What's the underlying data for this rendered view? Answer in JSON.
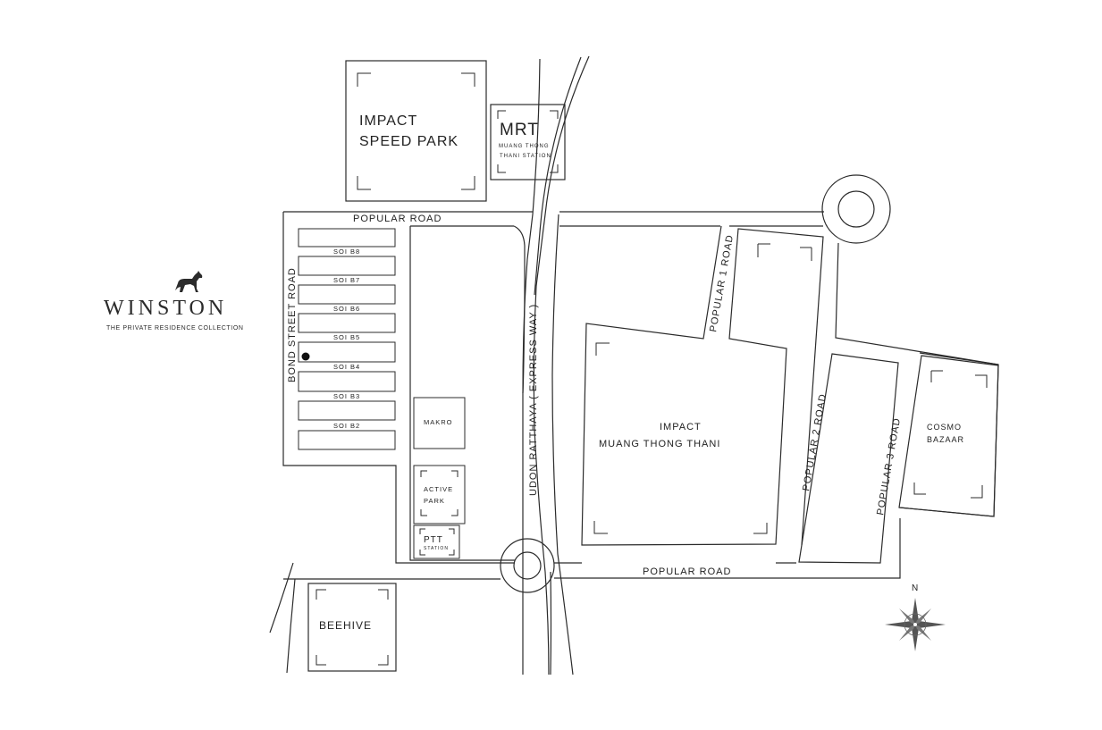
{
  "brand": {
    "name": "WINSTON",
    "tagline": "THE PRIVATE RESIDENCE COLLECTION",
    "logo_icon": "horse-icon"
  },
  "roads": {
    "popular_road_north": "POPULAR  ROAD",
    "popular_road_south": "POPULAR  ROAD",
    "bond_street_road": "BOND STREET ROAD",
    "udon_ratthaya": "UDON RATTHAYA ( EXPRESS WAY )",
    "popular_1_road": "POPULAR 1 ROAD",
    "popular_2_road": "POPULAR 2 ROAD",
    "popular_3_road": "POPULAR 3 ROAD"
  },
  "sois": [
    "SOI B8",
    "SOI B7",
    "SOI B6",
    "SOI B5",
    "SOI B4",
    "SOI B3",
    "SOI B2"
  ],
  "landmarks": {
    "impact_speed_park": [
      "IMPACT",
      "SPEED PARK"
    ],
    "mrt_title": "MRT",
    "mrt_sub": [
      "MUANG THONG",
      "THANI STATION"
    ],
    "makro": "MAKRO",
    "active_park": [
      "ACTIVE",
      "PARK"
    ],
    "ptt_title": "PTT",
    "ptt_sub": "STATION",
    "impact_mtt": [
      "IMPACT",
      "MUANG THONG THANI"
    ],
    "cosmo_bazaar": [
      "COSMO",
      "BAZAAR"
    ],
    "beehive": "BEEHIVE"
  },
  "compass": {
    "north_label": "N",
    "icon": "compass-rose-icon"
  },
  "colors": {
    "line": "#2b2b2b",
    "background": "#ffffff",
    "marker": "#111111"
  }
}
